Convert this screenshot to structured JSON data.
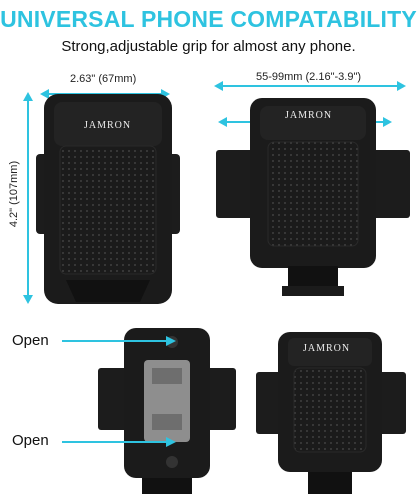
{
  "header": {
    "headline": "UNIVERSAL PHONE COMPATABILITY",
    "subline": "Strong,adjustable grip for almost any phone."
  },
  "dimensions": {
    "width": "2.63\" (67mm)",
    "range": "55-99mm  (2.16\"-3.9\")",
    "height": "4.2\" (107mm)"
  },
  "brand": "JAMRON",
  "labels": {
    "open_top": "Open",
    "open_bottom": "Open"
  },
  "colors": {
    "accent": "#2ec3e0",
    "body": "#1b1b1b"
  }
}
